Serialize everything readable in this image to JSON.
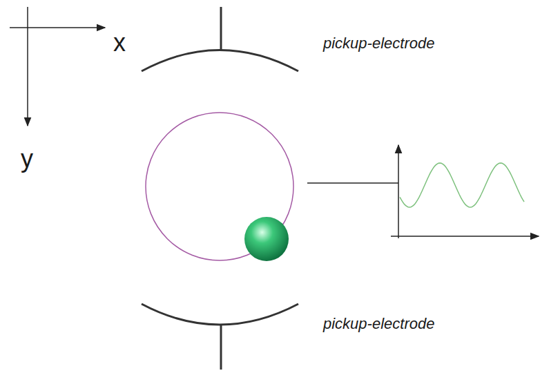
{
  "diagram": {
    "labels": [
      "x",
      "y",
      "pickup-electrode",
      "pickup-electrode"
    ]
  }
}
